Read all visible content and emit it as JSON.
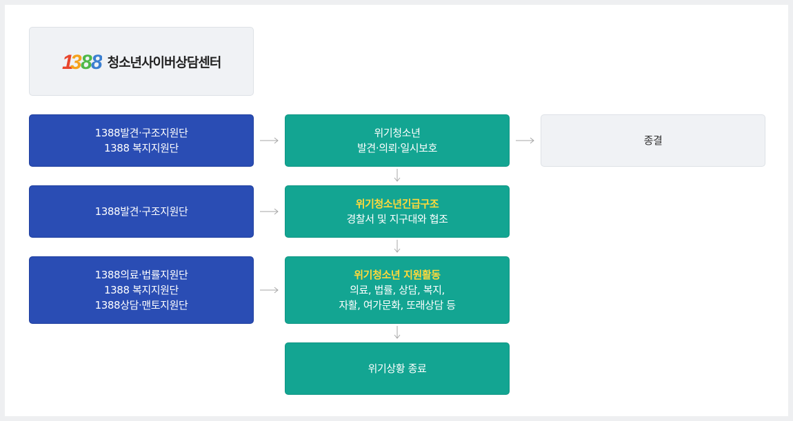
{
  "logo": {
    "number": "1388",
    "org_name": "청소년사이버상담센터"
  },
  "left_column": [
    {
      "lines": [
        "1388발견·구조지원단",
        "1388 복지지원단"
      ]
    },
    {
      "lines": [
        "1388발견·구조지원단"
      ]
    },
    {
      "lines": [
        "1388의료·법률지원단",
        "1388 복지지원단",
        "1388상담·맨토지원단"
      ]
    }
  ],
  "center_column": [
    {
      "title": "위기청소년",
      "lines": [
        "발견·의뢰·일시보호"
      ]
    },
    {
      "title": "위기청소년긴급구조",
      "lines": [
        "경찰서 및 지구대와 협조"
      ]
    },
    {
      "title": "위기청소년 지원활동",
      "lines": [
        "의료, 법률, 상담, 복지,",
        "자활, 여가문화, 또래상담 등"
      ]
    },
    {
      "title": "",
      "lines": [
        "위기상황 종료"
      ]
    }
  ],
  "right_column": [
    {
      "lines": [
        "종결"
      ]
    }
  ],
  "colors": {
    "blue": "#2a4db4",
    "green": "#13a592",
    "gray_box": "#f0f2f5",
    "highlight": "#ffd93b",
    "arrow": "#a6a6a6"
  }
}
